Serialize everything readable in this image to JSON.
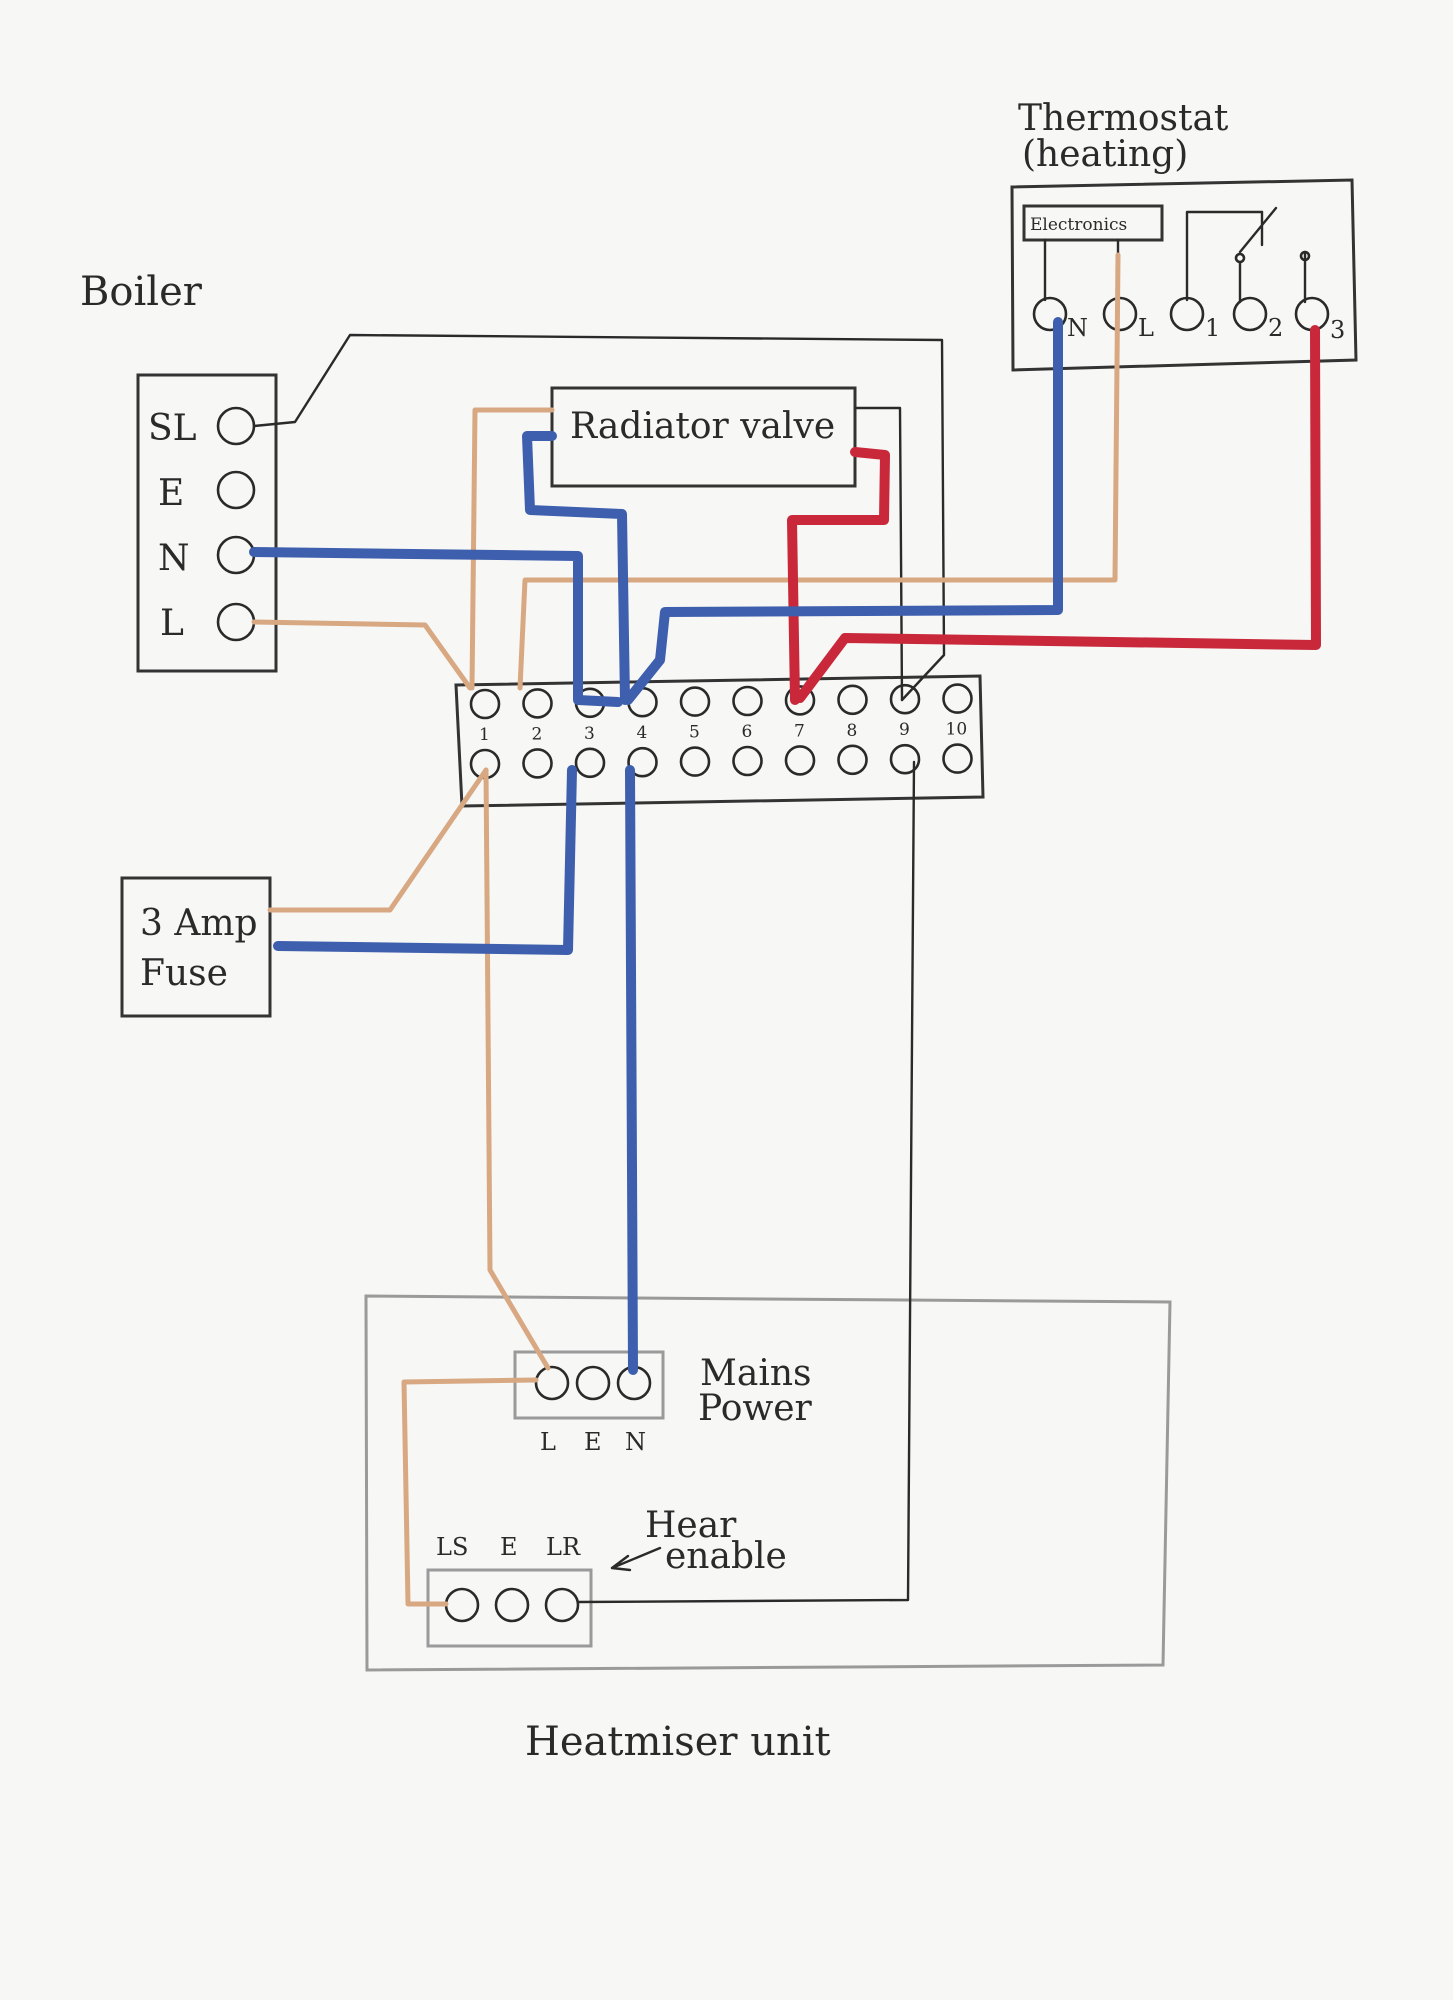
{
  "colors": {
    "paper": "#f7f7f5",
    "ink": "#2a2a2a",
    "blue_neutral": "#3e5fae",
    "tan_live": "#d8a882",
    "red_switched": "#c8283a",
    "grey_unit": "#9a9a9a"
  },
  "boiler": {
    "title": "Boiler",
    "terminals": [
      "SL",
      "E",
      "N",
      "L"
    ]
  },
  "radiator_valve": {
    "label": "Radiator valve"
  },
  "thermostat": {
    "title_line1": "Thermostat",
    "title_line2": "(heating)",
    "electronics_label": "Electronics",
    "terminals": [
      "N",
      "L",
      "1",
      "2",
      "3"
    ]
  },
  "junction_box": {
    "terminal_numbers": [
      "1",
      "2",
      "3",
      "4",
      "5",
      "6",
      "7",
      "8",
      "9",
      "10"
    ]
  },
  "fuse": {
    "line1": "3 Amp",
    "line2": "Fuse"
  },
  "heatmiser": {
    "title": "Heatmiser unit",
    "mains_label_line1": "Mains",
    "mains_label_line2": "Power",
    "mains_terminals": [
      "L",
      "E",
      "N"
    ],
    "heat_terminals": [
      "LS",
      "E",
      "LR"
    ],
    "heat_label_line1": "Hear",
    "heat_label_line2": "enable"
  }
}
